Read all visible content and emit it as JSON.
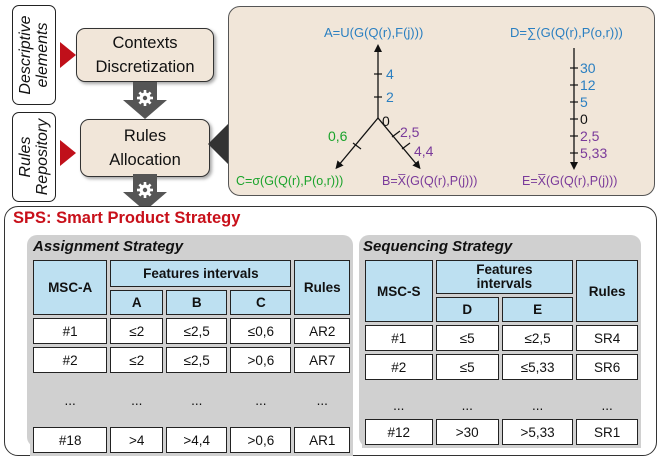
{
  "labels": {
    "descriptive_line1": "Descriptive",
    "descriptive_line2": "elements",
    "rules_repo_line1": "Rules",
    "rules_repo_line2": "Repository"
  },
  "process": {
    "contexts_line1": "Contexts",
    "contexts_line2": "Discretization",
    "rules_line1": "Rules",
    "rules_line2": "Allocation"
  },
  "assignment_space": {
    "top_label": "A=U(G(Q(r),F(j)))",
    "left_label": "C=σ(G(Q(r),P(o,r)))",
    "right_label": "B=X̅(G(Q(r),P(j)))",
    "origin": "0",
    "ticks_a": [
      "4",
      "2"
    ],
    "tick_c": "0,6",
    "ticks_b": [
      "2,5",
      "4,4"
    ]
  },
  "sequencing_space": {
    "top_label": "D=∑(G(Q(r),P(o,r)))",
    "bottom_label": "E=X̅(G(Q(r),P(j)))",
    "ticks_d": [
      "30",
      "12",
      "5"
    ],
    "origin": "0",
    "ticks_e": [
      "2,5",
      "5,33"
    ]
  },
  "colors": {
    "blue": "#2a7fc1",
    "green": "#1aa32b",
    "purple": "#7a3a9a",
    "red": "#c8101a",
    "header_fill": "#bde0f1",
    "box_fill": "#f1e6d9"
  },
  "sps": {
    "title": "SPS: Smart Product Strategy",
    "assignment": {
      "title": "Assignment Strategy",
      "col_msc": "MSC-A",
      "col_features": "Features intervals",
      "col_rules": "Rules",
      "sub_cols": [
        "A",
        "B",
        "C"
      ],
      "rows": [
        [
          "#1",
          "≤2",
          "≤2,5",
          "≤0,6",
          "AR2"
        ],
        [
          "#2",
          "≤2",
          "≤2,5",
          ">0,6",
          "AR7"
        ],
        [
          "...",
          "...",
          "...",
          "...",
          "..."
        ],
        [
          "#18",
          ">4",
          ">4,4",
          ">0,6",
          "AR1"
        ]
      ]
    },
    "sequencing": {
      "title": "Sequencing Strategy",
      "col_msc": "MSC-S",
      "col_features_line1": "Features",
      "col_features_line2": "intervals",
      "col_rules": "Rules",
      "sub_cols": [
        "D",
        "E"
      ],
      "rows": [
        [
          "#1",
          "≤5",
          "≤2,5",
          "SR4"
        ],
        [
          "#2",
          "≤5",
          "≤5,33",
          "SR6"
        ],
        [
          "...",
          "...",
          "...",
          "..."
        ],
        [
          "#12",
          ">30",
          ">5,33",
          "SR1"
        ]
      ]
    }
  }
}
